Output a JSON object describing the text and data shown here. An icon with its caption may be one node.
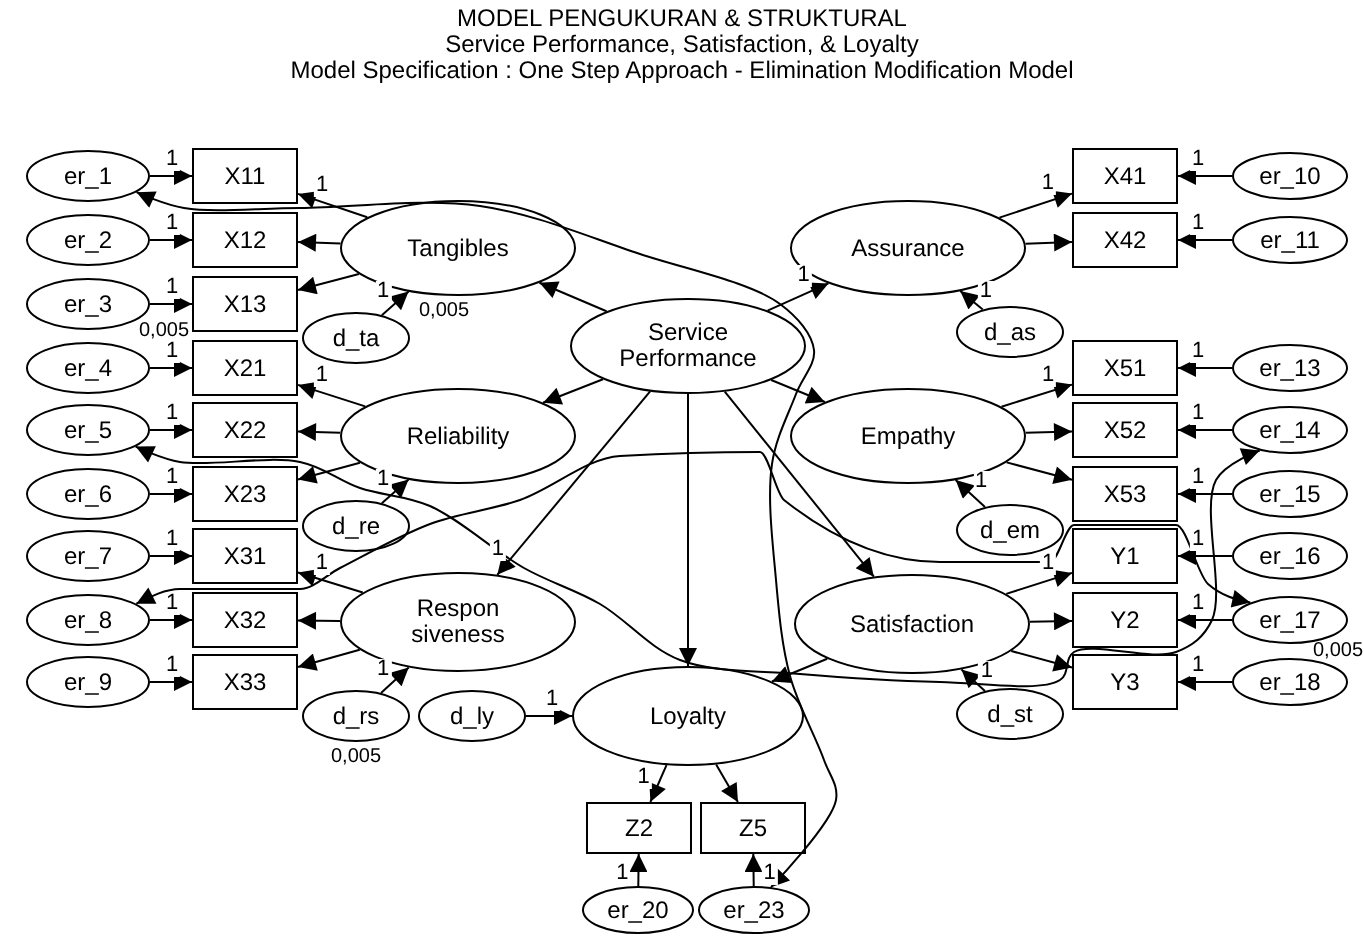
{
  "diagram": {
    "title": "MODEL PENGUKURAN & STRUKTURAL",
    "nodes": [
      {
        "text": [
          "er_1"
        ]
      },
      {
        "text": [
          "X11"
        ]
      },
      {
        "text": [
          "X41"
        ]
      },
      {
        "text": [
          "er_10"
        ]
      },
      {
        "text": [
          "er_2"
        ]
      },
      {
        "text": [
          "X12"
        ]
      },
      {
        "text": [
          "Tangibles"
        ]
      },
      {
        "text": [
          "Assurance"
        ]
      },
      {
        "text": [
          "X42"
        ]
      },
      {
        "text": [
          "er_11"
        ]
      },
      {
        "text": [
          "er_3"
        ],
        "beside": [
          "0,005"
        ]
      },
      {
        "text": [
          "X13"
        ]
      },
      {
        "text": [
          "d_ta"
        ],
        "beside": [
          "0,005"
        ]
      },
      {
        "text": [
          "Service Performance"
        ]
      },
      {
        "text": [
          "d_as"
        ]
      },
      {
        "text": [
          "er_4"
        ]
      },
      {
        "text": [
          "X21"
        ]
      },
      {
        "text": [
          "X51"
        ]
      },
      {
        "text": [
          "er_13"
        ]
      },
      {
        "text": [
          "er_5"
        ]
      },
      {
        "text": [
          "X22"
        ]
      },
      {
        "text": [
          "Reliability"
        ]
      },
      {
        "text": [
          "Empathy"
        ]
      },
      {
        "text": [
          "X52"
        ]
      },
      {
        "text": [
          "er_14"
        ]
      },
      {
        "text": [
          "er_6"
        ]
      },
      {
        "text": [
          "X23"
        ]
      },
      {
        "text": [
          "d_re"
        ]
      },
      {
        "text": [
          "d_em"
        ]
      },
      {
        "text": [
          "X53"
        ]
      },
      {
        "text": [
          "er_15"
        ]
      },
      {
        "text": [
          "er_7"
        ]
      },
      {
        "text": [
          "X31"
        ]
      },
      {
        "text": [
          "Y1"
        ]
      },
      {
        "text": [
          "er_16"
        ]
      },
      {
        "text": [
          "er_8"
        ]
      },
      {
        "text": [
          "X32"
        ]
      },
      {
        "text": [
          "Respon siveness"
        ]
      },
      {
        "text": [
          "Satisfaction"
        ]
      },
      {
        "text": [
          "Y2"
        ]
      },
      {
        "text": [
          "er_17"
        ],
        "beside": [
          "0,005"
        ]
      },
      {
        "text": [
          "er_9"
        ]
      },
      {
        "text": [
          "X33"
        ]
      },
      {
        "text": [
          "Y3"
        ]
      },
      {
        "text": [
          "er_18"
        ]
      },
      {
        "text": [
          "d_rs"
        ],
        "beside": [
          "0,005"
        ]
      },
      {
        "text": [
          "d_ly"
        ]
      },
      {
        "text": [
          "Loyalty"
        ]
      },
      {
        "text": [
          "d_st"
        ]
      },
      {
        "text": [
          "Z2"
        ]
      },
      {
        "text": [
          "Z5"
        ]
      },
      {
        "text": [
          "er_20"
        ]
      },
      {
        "text": [
          "er_23"
        ]
      }
    ],
    "edges": [
      {
        "from": 0,
        "to": 1,
        "arrow": "to",
        "label": "1"
      },
      {
        "from": 4,
        "to": 5,
        "arrow": "to",
        "label": "1"
      },
      {
        "from": 10,
        "to": 11,
        "arrow": "to",
        "label": "1"
      },
      {
        "from": 15,
        "to": 16,
        "arrow": "to",
        "label": "1"
      },
      {
        "from": 19,
        "to": 20,
        "arrow": "to",
        "label": "1"
      },
      {
        "from": 25,
        "to": 26,
        "arrow": "to",
        "label": "1"
      },
      {
        "from": 31,
        "to": 32,
        "arrow": "to",
        "label": "1"
      },
      {
        "from": 35,
        "to": 36,
        "arrow": "to",
        "label": "1"
      },
      {
        "from": 41,
        "to": 42,
        "arrow": "to",
        "label": "1"
      },
      {
        "from": 3,
        "to": 2,
        "arrow": "to",
        "label": "1"
      },
      {
        "from": 9,
        "to": 8,
        "arrow": "to",
        "label": "1"
      },
      {
        "from": 18,
        "to": 17,
        "arrow": "to",
        "label": "1"
      },
      {
        "from": 24,
        "to": 23,
        "arrow": "to",
        "label": "1"
      },
      {
        "from": 30,
        "to": 29,
        "arrow": "to",
        "label": "1"
      },
      {
        "from": 34,
        "to": 33,
        "arrow": "to",
        "label": "1"
      },
      {
        "from": 40,
        "to": 39,
        "arrow": "to",
        "label": "1"
      },
      {
        "from": 44,
        "to": 43,
        "arrow": "to",
        "label": "1"
      },
      {
        "from": 51,
        "to": 49,
        "arrow": "to",
        "label": "1"
      },
      {
        "from": 52,
        "to": 50,
        "arrow": "to",
        "label": "1"
      },
      {
        "from": 6,
        "to": 1,
        "arrow": "to",
        "label": "1"
      },
      {
        "from": 6,
        "to": 5,
        "arrow": "to"
      },
      {
        "from": 6,
        "to": 11,
        "arrow": "to"
      },
      {
        "from": 21,
        "to": 16,
        "arrow": "to",
        "label": "1"
      },
      {
        "from": 21,
        "to": 20,
        "arrow": "to"
      },
      {
        "from": 21,
        "to": 26,
        "arrow": "to"
      },
      {
        "from": 37,
        "to": 32,
        "arrow": "to",
        "label": "1"
      },
      {
        "from": 37,
        "to": 36,
        "arrow": "to"
      },
      {
        "from": 37,
        "to": 42,
        "arrow": "to"
      },
      {
        "from": 7,
        "to": 2,
        "arrow": "to",
        "label": "1"
      },
      {
        "from": 7,
        "to": 8,
        "arrow": "to"
      },
      {
        "from": 22,
        "to": 17,
        "arrow": "to",
        "label": "1"
      },
      {
        "from": 22,
        "to": 23,
        "arrow": "to"
      },
      {
        "from": 22,
        "to": 29,
        "arrow": "to"
      },
      {
        "from": 38,
        "to": 33,
        "arrow": "to",
        "label": "1"
      },
      {
        "from": 38,
        "to": 39,
        "arrow": "to"
      },
      {
        "from": 38,
        "to": 43,
        "arrow": "to"
      },
      {
        "from": 47,
        "to": 49,
        "arrow": "to",
        "label": "1"
      },
      {
        "from": 47,
        "to": 50,
        "arrow": "to"
      },
      {
        "from": 12,
        "to": 6,
        "arrow": "to",
        "label": "1"
      },
      {
        "from": 27,
        "to": 21,
        "arrow": "to",
        "label": "1"
      },
      {
        "from": 45,
        "to": 37,
        "arrow": "to",
        "label": "1"
      },
      {
        "from": 14,
        "to": 7,
        "arrow": "to",
        "label": "1"
      },
      {
        "from": 28,
        "to": 22,
        "arrow": "to",
        "label": "1"
      },
      {
        "from": 48,
        "to": 38,
        "arrow": "to",
        "label": "1"
      },
      {
        "from": 46,
        "to": 47,
        "arrow": "to",
        "label": "1"
      },
      {
        "from": 13,
        "to": 6,
        "arrow": "to"
      },
      {
        "from": 13,
        "to": 21,
        "arrow": "to"
      },
      {
        "from": 13,
        "to": 37,
        "arrow": "to",
        "label": "1"
      },
      {
        "from": 13,
        "to": 7,
        "arrow": "to",
        "label": "1"
      },
      {
        "from": 13,
        "to": 22,
        "arrow": "to"
      },
      {
        "from": 13,
        "to": 38,
        "arrow": "to"
      },
      {
        "from": 13,
        "to": 47,
        "arrow": "to"
      },
      {
        "from": 38,
        "to": 47,
        "arrow": "to"
      },
      {
        "from": 0,
        "to": 52,
        "arrow": "both"
      },
      {
        "from": 19,
        "to": 24,
        "arrow": "both"
      },
      {
        "from": 35,
        "to": 40,
        "arrow": "both"
      }
    ],
    "labels": [
      "Service Performance, Satisfaction, & Loyalty",
      "Model Specification : One Step Approach - Elimination Modification Model"
    ]
  }
}
